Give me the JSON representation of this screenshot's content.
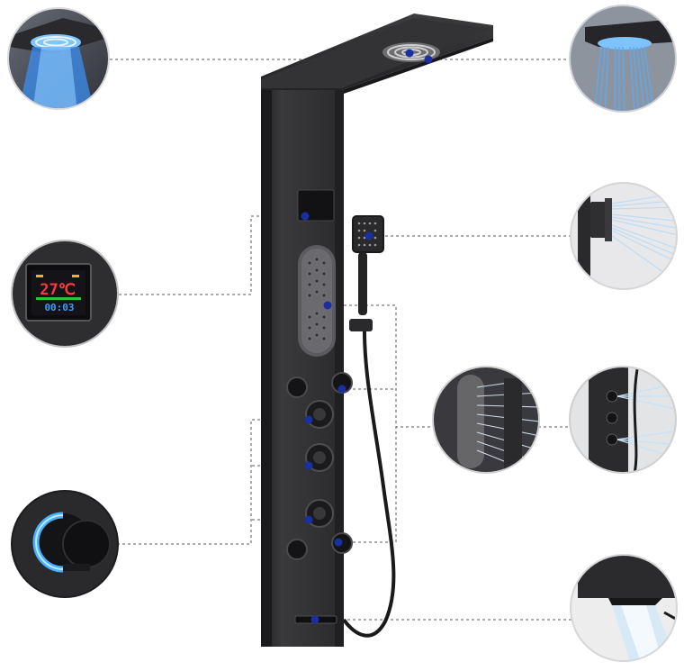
{
  "product": {
    "display_temperature": "27℃",
    "display_time": "00:03",
    "colors": {
      "panel_black": "#2b2b2d",
      "panel_edge": "#1c1c1e",
      "marker_blue": "#1a2fa0",
      "led_blue": "#3aa0ff",
      "leader_line": "#555555"
    }
  },
  "callouts": [
    {
      "id": "rain-head-led",
      "icon": "led-rain-shower-icon"
    },
    {
      "id": "rain-spray",
      "icon": "rain-spray-icon"
    },
    {
      "id": "temperature-display",
      "icon": "digital-display-icon"
    },
    {
      "id": "handheld-spray",
      "icon": "handheld-shower-icon"
    },
    {
      "id": "body-jets-panel",
      "icon": "massage-panel-icon"
    },
    {
      "id": "side-jets",
      "icon": "body-jet-icon"
    },
    {
      "id": "led-knob",
      "icon": "led-knob-icon"
    },
    {
      "id": "tub-spout",
      "icon": "waterfall-spout-icon"
    }
  ]
}
